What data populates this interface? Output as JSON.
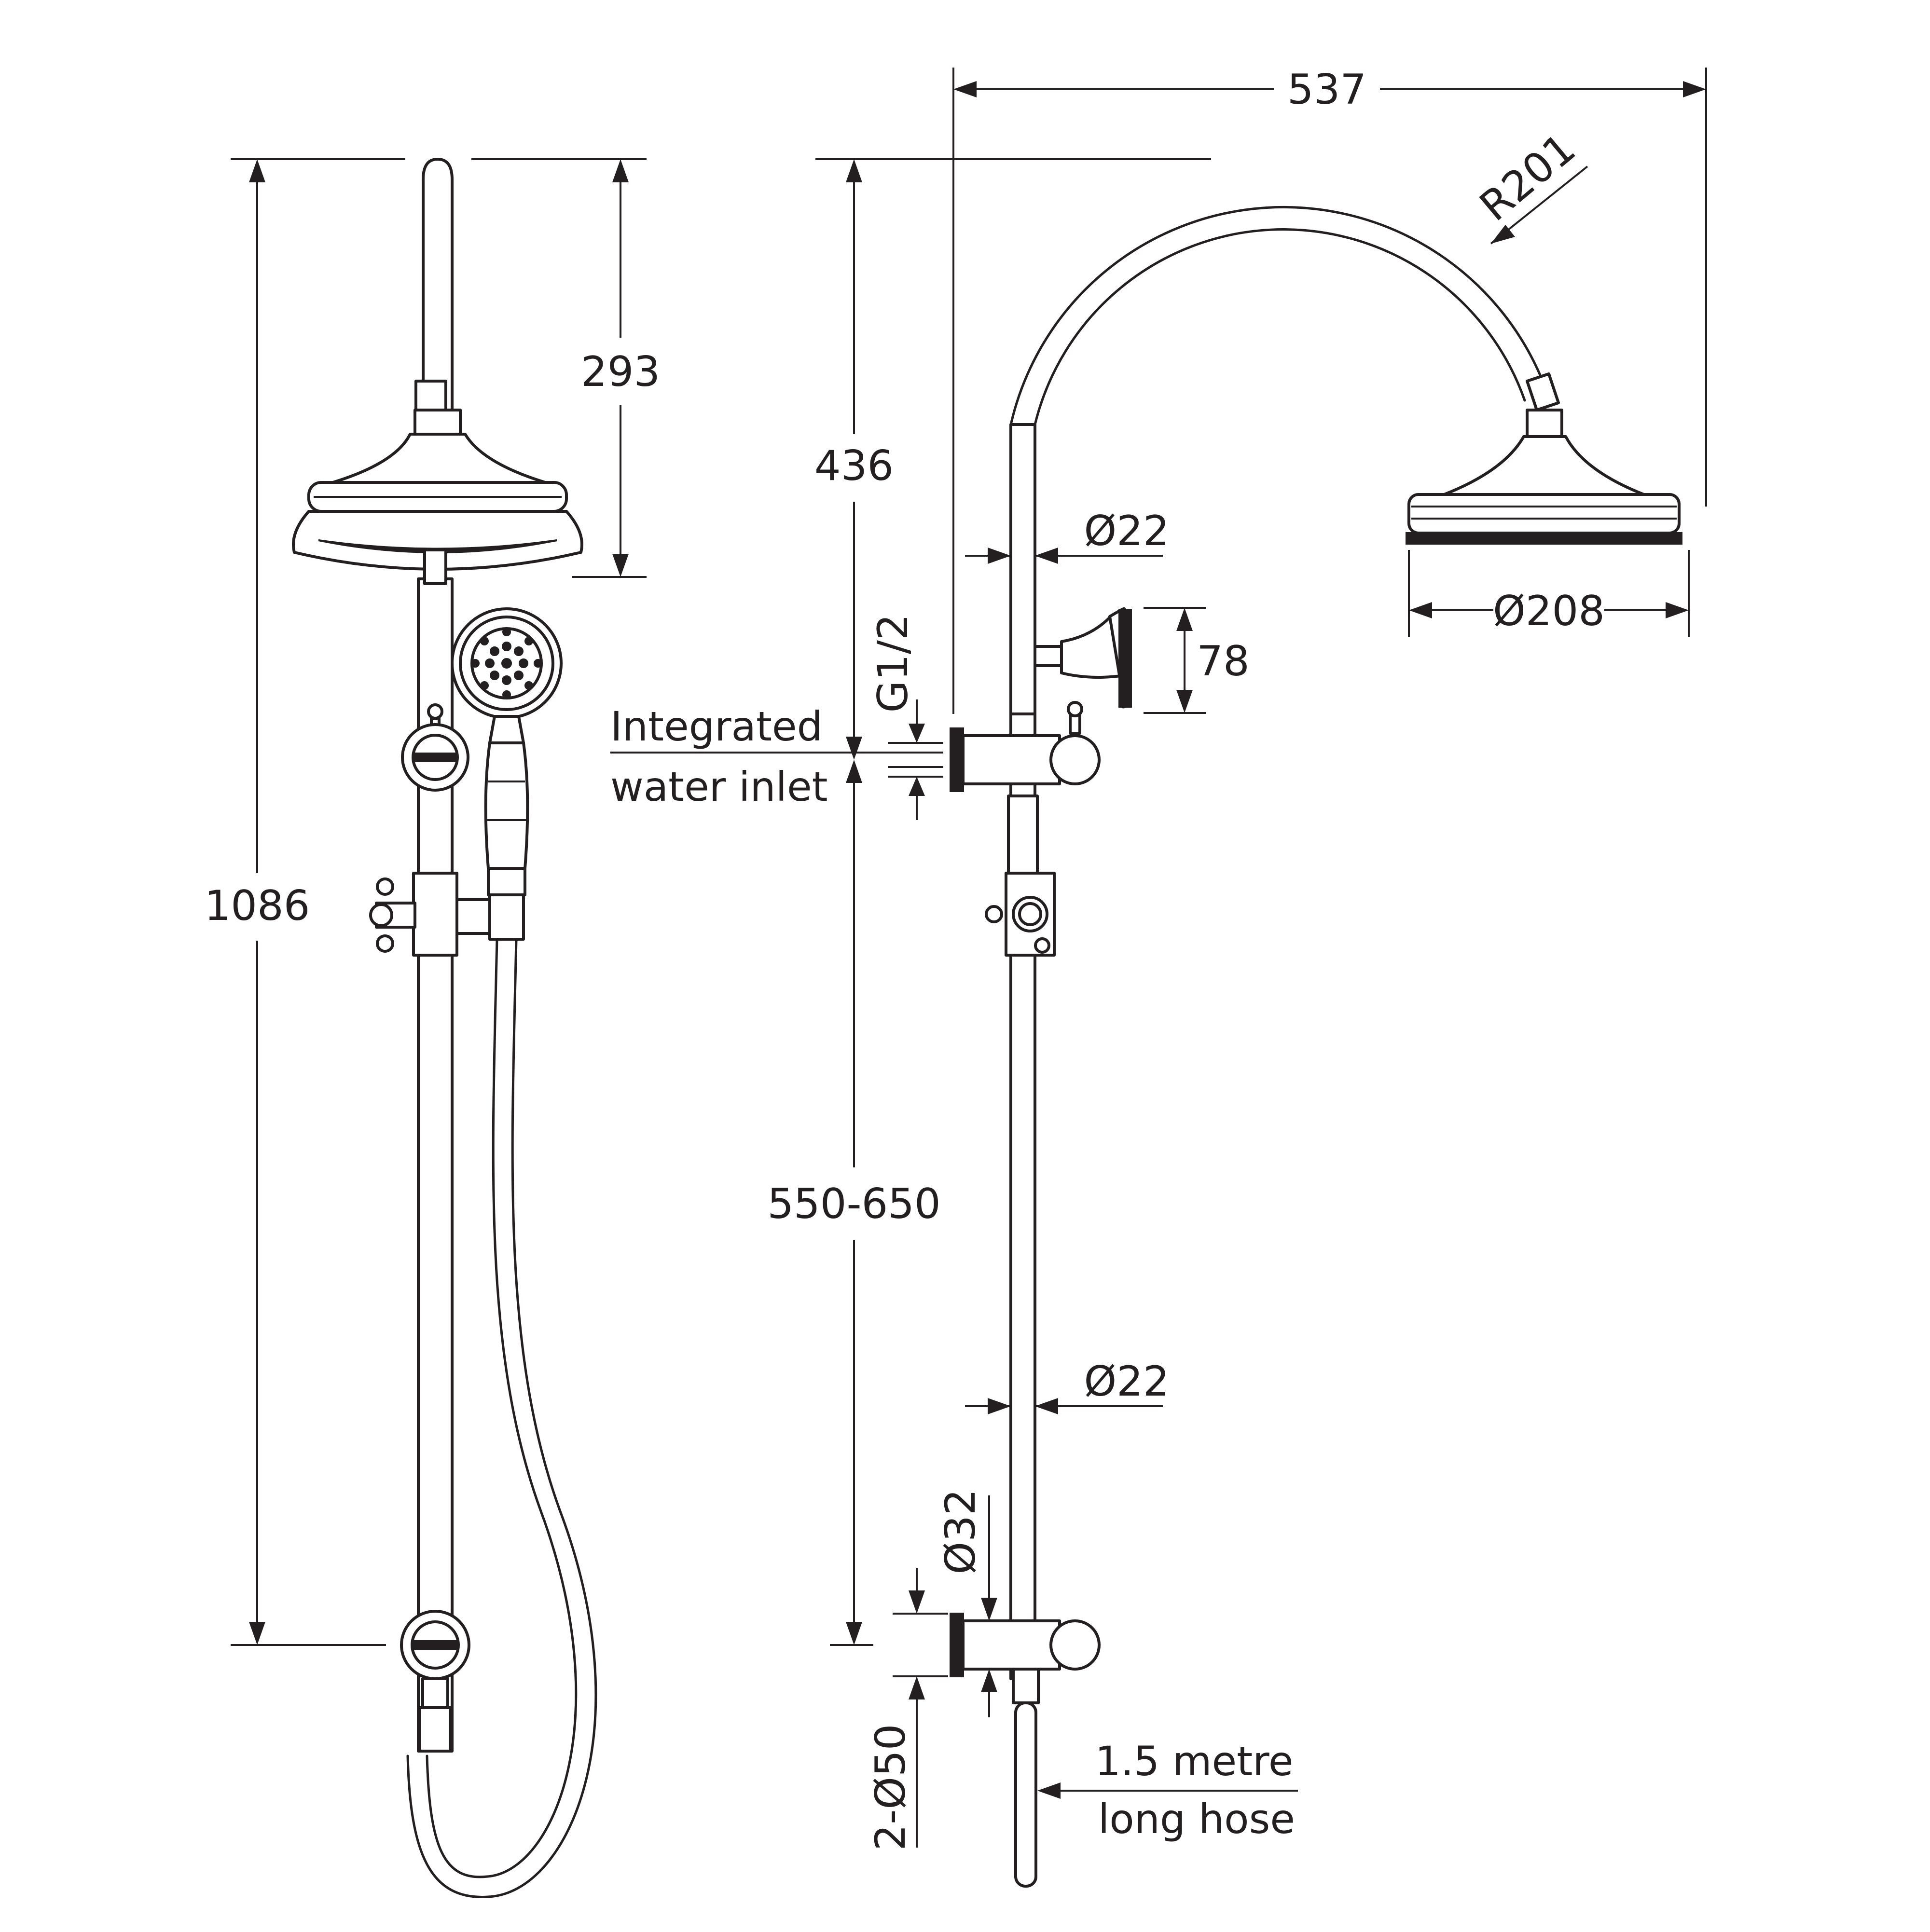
{
  "front_view": {
    "dimensions": {
      "overall_height": "1086",
      "top_to_head": "293"
    }
  },
  "side_view": {
    "dimensions": {
      "overall_reach": "537",
      "arc_radius": "R201",
      "upper_height": "436",
      "pipe_diameter_upper": "Ø22",
      "head_diameter": "Ø208",
      "handpiece_height": "78",
      "inlet_thread": "G1/2",
      "bracket_spacing": "550-650",
      "pipe_diameter_lower": "Ø22",
      "bracket_diameter": "Ø32",
      "flange_diameter": "2-Ø50"
    },
    "notes": {
      "inlet_line1": "Integrated",
      "inlet_line2": "water inlet",
      "hose_line1": "1.5 metre",
      "hose_line2": "long hose"
    }
  }
}
